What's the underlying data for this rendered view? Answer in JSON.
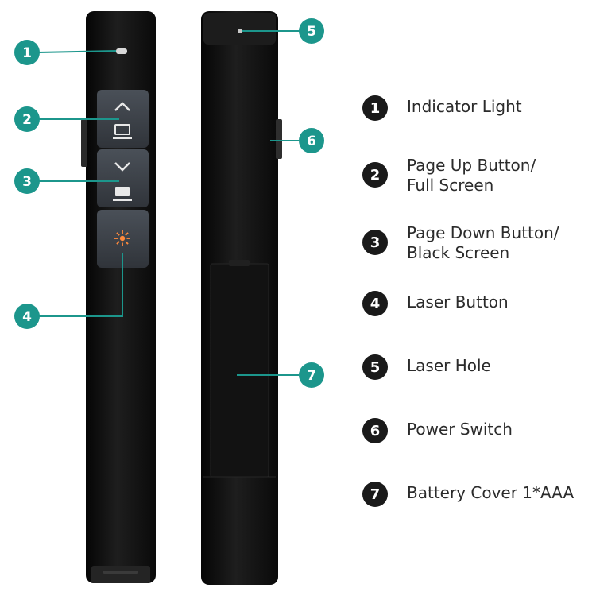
{
  "callouts": [
    {
      "number": "1",
      "label": "Indicator Light"
    },
    {
      "number": "2",
      "label": "Page Up Button/ Full Screen"
    },
    {
      "number": "3",
      "label": "Page Down Button/ Black Screen"
    },
    {
      "number": "4",
      "label": "Laser Button"
    },
    {
      "number": "5",
      "label": "Laser Hole"
    },
    {
      "number": "6",
      "label": "Power Switch"
    },
    {
      "number": "7",
      "label": "Battery Cover 1*AAA"
    }
  ],
  "colors": {
    "callout_teal": "#1c968c",
    "badge_dark": "#1a1a1a",
    "device_body": "#151515",
    "button_panel": "#3b4048",
    "laser_orange": "#ff8a3d"
  }
}
